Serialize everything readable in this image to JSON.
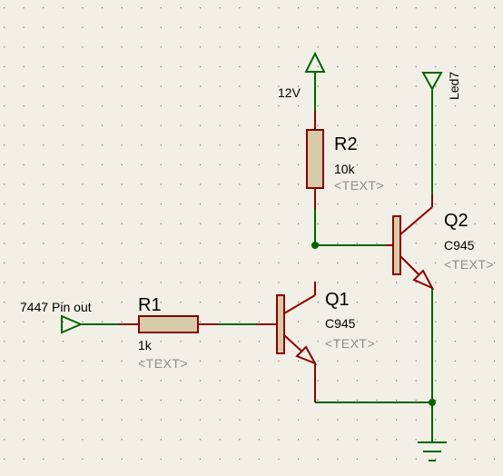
{
  "components": {
    "r1": {
      "name": "R1",
      "value": "1k",
      "extra": "<TEXT>"
    },
    "r2": {
      "name": "R2",
      "value": "10k",
      "extra": "<TEXT>"
    },
    "q1": {
      "name": "Q1",
      "value": "C945",
      "extra": "<TEXT>"
    },
    "q2": {
      "name": "Q2",
      "value": "C945",
      "extra": "<TEXT>"
    }
  },
  "terminals": {
    "input": "7447 Pin out",
    "power": "12V",
    "led": "Led7"
  },
  "colors": {
    "background": "#f2f0e6",
    "grid_dot": "#6e6e6e",
    "wire": "#006400",
    "component": "#8b0000",
    "resistor_fill": "#d6ccaa",
    "placeholder_text": "#8c8c8c"
  }
}
